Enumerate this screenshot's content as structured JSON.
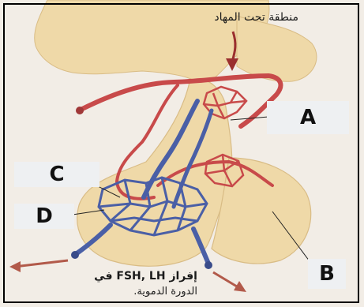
{
  "labels": {
    "top_arabic": "منطقة تحت المهاد",
    "bottom_arabic_line1": "إفراز FSH, LH في",
    "bottom_arabic_line2": "الدورة الدموية.",
    "A": "A",
    "B": "B",
    "C": "C",
    "D": "D"
  },
  "colors": {
    "background": "#f2ede6",
    "tissue": "#efd9a8",
    "tissue_edge": "#d9bc85",
    "artery": "#c84a4a",
    "vein": "#4a5fa6",
    "arrow": "#b25a4a",
    "label_box": "#eef0f2"
  }
}
